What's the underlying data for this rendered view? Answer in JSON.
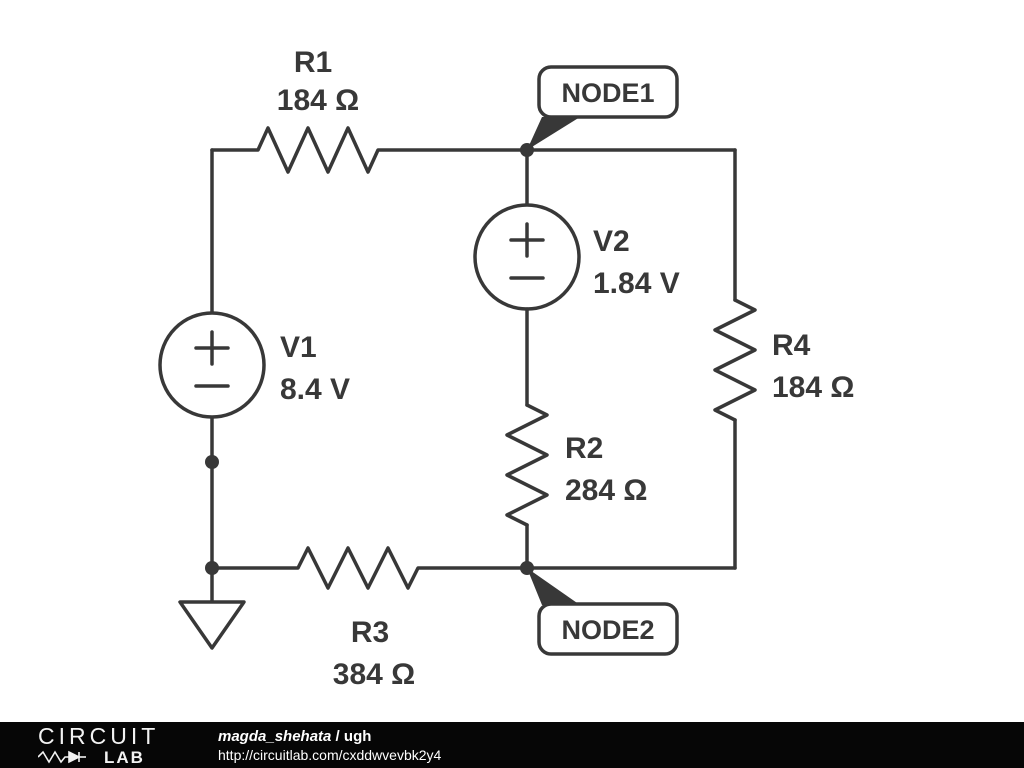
{
  "components": {
    "r1": {
      "name": "R1",
      "value": "184 Ω"
    },
    "r2": {
      "name": "R2",
      "value": "284 Ω"
    },
    "r3": {
      "name": "R3",
      "value": "384 Ω"
    },
    "r4": {
      "name": "R4",
      "value": "184 Ω"
    },
    "v1": {
      "name": "V1",
      "value": "8.4 V"
    },
    "v2": {
      "name": "V2",
      "value": "1.84 V"
    }
  },
  "nodes": {
    "node1": "NODE1",
    "node2": "NODE2"
  },
  "footer": {
    "logo_top": "CIRCUIT",
    "logo_bottom": "LAB",
    "author": "magda_shehata",
    "separator": " / ",
    "title": "ugh",
    "url": "http://circuitlab.com/cxddwvevbk2y4"
  },
  "colors": {
    "stroke": "#383838",
    "footer_bg": "#060606",
    "footer_text": "#ffffff"
  }
}
